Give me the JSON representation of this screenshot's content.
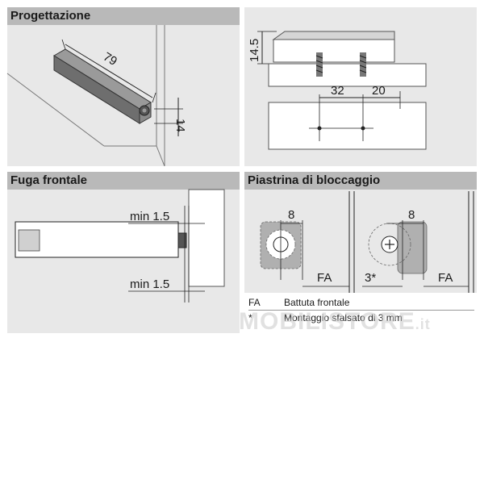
{
  "sections": {
    "progettazione": "Progettazione",
    "fuga_frontale": "Fuga frontale",
    "piastrina": "Piastrina di bloccaggio"
  },
  "dims": {
    "length": "79",
    "height": "14",
    "plate_height": "14.5",
    "spacing_a": "32",
    "spacing_b": "20",
    "min_top": "min 1.5",
    "min_bottom": "min 1.5",
    "offset_left": "8",
    "offset_right": "8",
    "fa_left": "FA",
    "fa_right": "FA",
    "stagger": "3*"
  },
  "legend": [
    {
      "key": "FA",
      "text": "Battuta frontale"
    },
    {
      "key": "*",
      "text": "Montaggio sfalsato di 3 mm"
    }
  ],
  "watermark": {
    "main": "MOBILISTORE",
    "suffix": ".it"
  }
}
